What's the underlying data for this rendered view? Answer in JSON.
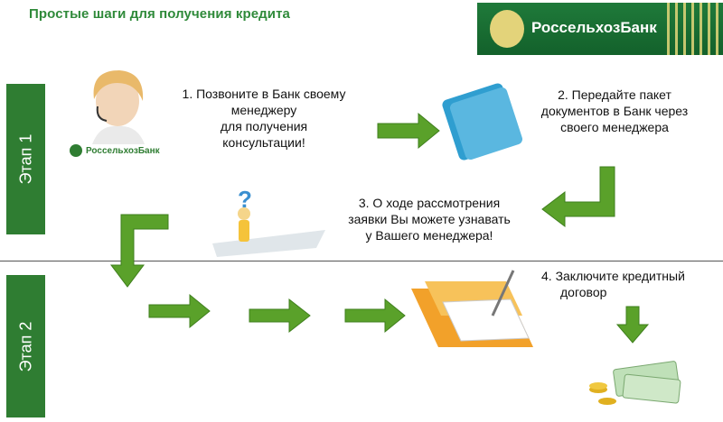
{
  "title": "Простые шаги для получения кредита",
  "bank": {
    "name": "РоссельхозБанк"
  },
  "stages": [
    {
      "label": "Этап 1"
    },
    {
      "label": "Этап 2"
    }
  ],
  "steps": {
    "step1": [
      "1. Позвоните в Банк  своему",
      "менеджеру",
      "для получения",
      "консультации!"
    ],
    "step2": [
      "2. Передайте пакет",
      "документов в Банк через",
      "своего менеджера"
    ],
    "step3": [
      "3. О ходе рассмотрения",
      "заявки Вы можете узнавать",
      "у Вашего менеджера!"
    ],
    "step4": [
      "4. Заключите кредитный",
      "договор"
    ]
  },
  "colors": {
    "brand_green": "#2f7d32",
    "arrow_green": "#5aa12a",
    "title_green": "#2f8a3a"
  },
  "icons": [
    "operator-icon",
    "folder-icon",
    "question-person-icon",
    "signing-folder-icon",
    "money-icon"
  ]
}
